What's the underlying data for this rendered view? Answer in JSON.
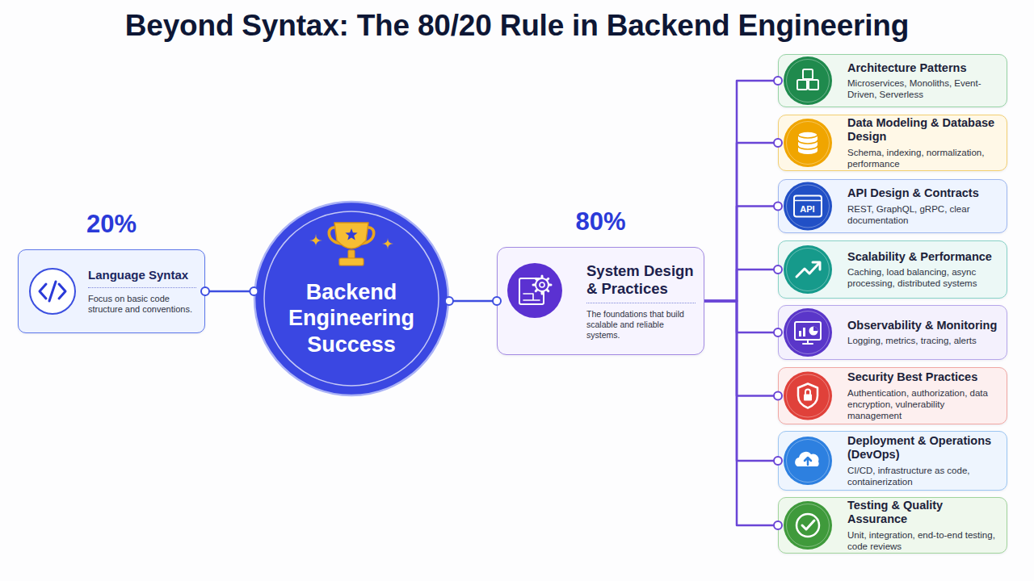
{
  "diagram": {
    "title": "Beyond Syntax: The 80/20 Rule in Backend Engineering",
    "nodes": [
      {
        "text": [
          "20%",
          "Language Syntax",
          "Focus on basic code structure and conventions."
        ]
      },
      {
        "text": [
          "Backend Engineering Success"
        ]
      },
      {
        "text": [
          "80%",
          "System Design & Practices",
          "The foundations that build scalable and reliable systems."
        ]
      },
      {
        "text": [
          "Architecture Patterns",
          "Microservices, Monoliths, Event-Driven, Serverless"
        ]
      },
      {
        "text": [
          "Data Modeling & Database Design",
          "Schema, indexing, normalization, performance"
        ]
      },
      {
        "text": [
          "API",
          "API Design & Contracts",
          "REST, GraphQL, gRPC, clear documentation"
        ]
      },
      {
        "text": [
          "Scalability & Performance",
          "Caching, load balancing, async processing, distributed systems"
        ]
      },
      {
        "text": [
          "Observability & Monitoring",
          "Logging, metrics, tracing, alerts"
        ]
      },
      {
        "text": [
          "Security Best Practices",
          "Authentication, authorization, data encryption, vulnerability management"
        ]
      },
      {
        "text": [
          "Deployment & Operations (DevOps)",
          "CI/CD, infrastructure as code, containerization"
        ]
      },
      {
        "text": [
          "Testing & Quality Assurance",
          "Unit, integration, end-to-end testing, code reviews"
        ]
      }
    ],
    "edges": [
      {
        "from": 0,
        "to": 1,
        "arrow": "none"
      },
      {
        "from": 1,
        "to": 2,
        "arrow": "none"
      },
      {
        "from": 2,
        "to": 3,
        "arrow": "none"
      },
      {
        "from": 2,
        "to": 4,
        "arrow": "none"
      },
      {
        "from": 2,
        "to": 5,
        "arrow": "none"
      },
      {
        "from": 2,
        "to": 6,
        "arrow": "none"
      },
      {
        "from": 2,
        "to": 7,
        "arrow": "none"
      },
      {
        "from": 2,
        "to": 8,
        "arrow": "none"
      },
      {
        "from": 2,
        "to": 9,
        "arrow": "none"
      },
      {
        "from": 2,
        "to": 10,
        "arrow": "none"
      }
    ]
  }
}
